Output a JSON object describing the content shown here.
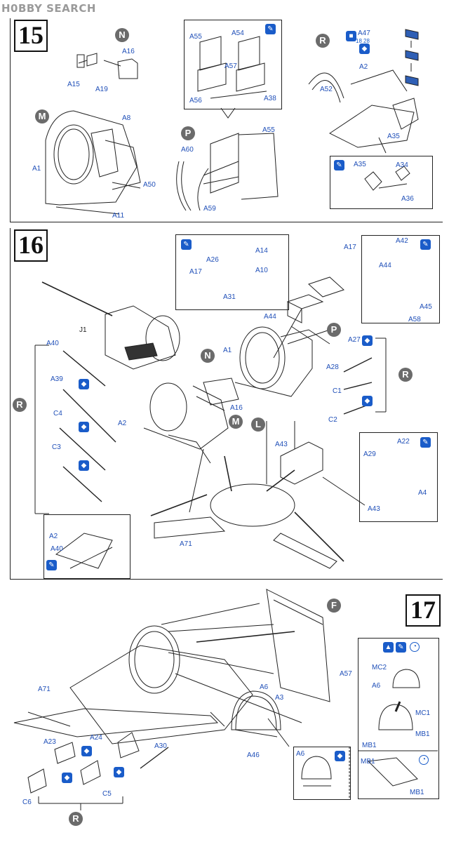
{
  "header": {
    "logo": "H0BBY SEARCH"
  },
  "steps": {
    "s15": "15",
    "s16": "16",
    "s17": "17"
  },
  "circles": {
    "N1": "N",
    "M1": "M",
    "P1": "P",
    "R1": "R",
    "R2": "R",
    "P2": "P",
    "N2": "N",
    "M2": "M",
    "L1": "L",
    "R3": "R",
    "F1": "F",
    "R4": "R"
  },
  "labels": {
    "A16": "A16",
    "A15": "A15",
    "A19": "A19",
    "A8": "A8",
    "A1": "A1",
    "A50": "A50",
    "A11": "A11",
    "A55a": "A55",
    "A54": "A54",
    "A57": "A57",
    "A56": "A56",
    "A38": "A38",
    "A55b": "A55",
    "A60": "A60",
    "A59": "A59",
    "A47": "A47",
    "A2": "A2",
    "A52": "A52",
    "A35": "A35",
    "A35b": "A35",
    "A34": "A34",
    "A36": "A36",
    "A26": "A26",
    "A14": "A14",
    "A17": "A17",
    "A10": "A10",
    "A31": "A31",
    "A17b": "A17",
    "A44": "A44",
    "A42": "A42",
    "A44b": "A44",
    "A45": "A45",
    "A58": "A58",
    "J1": "J1",
    "A1b": "A1",
    "A27": "A27",
    "A28": "A28",
    "C1": "C1",
    "C2": "C2",
    "A40": "A40",
    "A39": "A39",
    "C4": "C4",
    "C3": "C3",
    "A2b": "A2",
    "A16b": "A16",
    "A43": "A43",
    "A29": "A29",
    "A22": "A22",
    "A4": "A4",
    "A43b": "A43",
    "A71": "A71",
    "A2c": "A2",
    "A40b": "A40",
    "A57b": "A57",
    "A71b": "A71",
    "A6": "A6",
    "A3": "A3",
    "A46": "A46",
    "A23": "A23",
    "A24": "A24",
    "A30": "A30",
    "C6": "C6",
    "C5": "C5",
    "MC2": "MC2",
    "A6b": "A6",
    "MC1": "MC1",
    "MB1": "MB1",
    "MB1b": "MB1",
    "A6c": "A6",
    "MB1c": "MB1",
    "MB1d": "MB1"
  },
  "icon_numbers": {
    "n18": "18",
    "n28": "28"
  },
  "icons": [
    "paint-brush-icon",
    "color-chip-icon",
    "glue-icon"
  ]
}
